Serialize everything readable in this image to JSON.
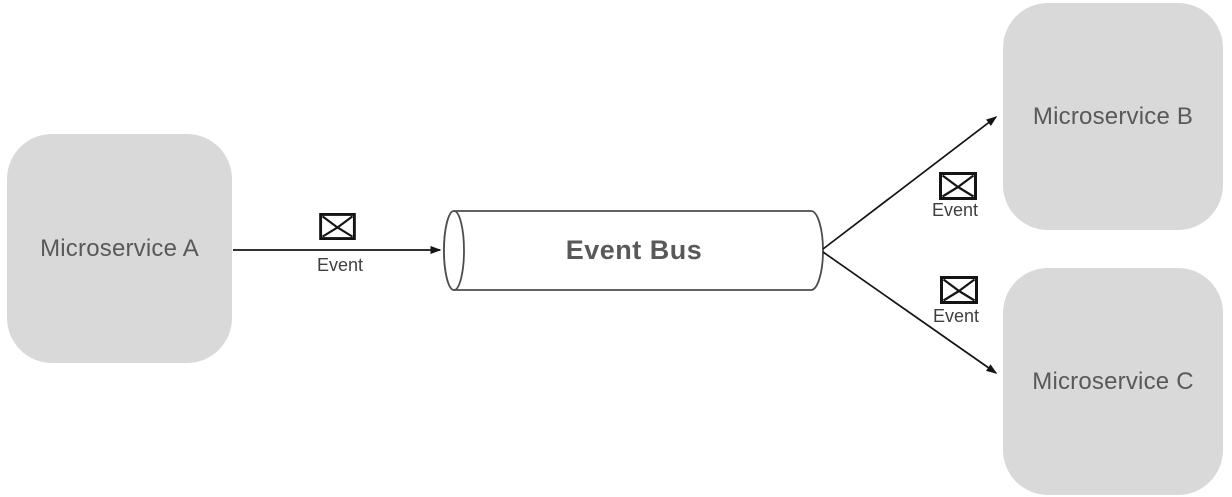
{
  "nodes": {
    "microservice_a": {
      "label": "Microservice A"
    },
    "event_bus": {
      "label": "Event Bus"
    },
    "microservice_b": {
      "label": "Microservice B"
    },
    "microservice_c": {
      "label": "Microservice C"
    }
  },
  "edges": {
    "a_to_bus": {
      "from": "Microservice A",
      "to": "Event Bus",
      "label": "Event",
      "icon": "envelope-icon"
    },
    "bus_to_b": {
      "from": "Event Bus",
      "to": "Microservice B",
      "label": "Event",
      "icon": "envelope-icon"
    },
    "bus_to_c": {
      "from": "Event Bus",
      "to": "Microservice C",
      "label": "Event",
      "icon": "envelope-icon"
    }
  },
  "colors": {
    "background": "#ffffff",
    "node_fill": "#d9d9d9",
    "node_text": "#595959",
    "bus_stroke": "#4d4d4d",
    "arrow": "#141414",
    "edge_label_text": "#3f3f3f"
  }
}
